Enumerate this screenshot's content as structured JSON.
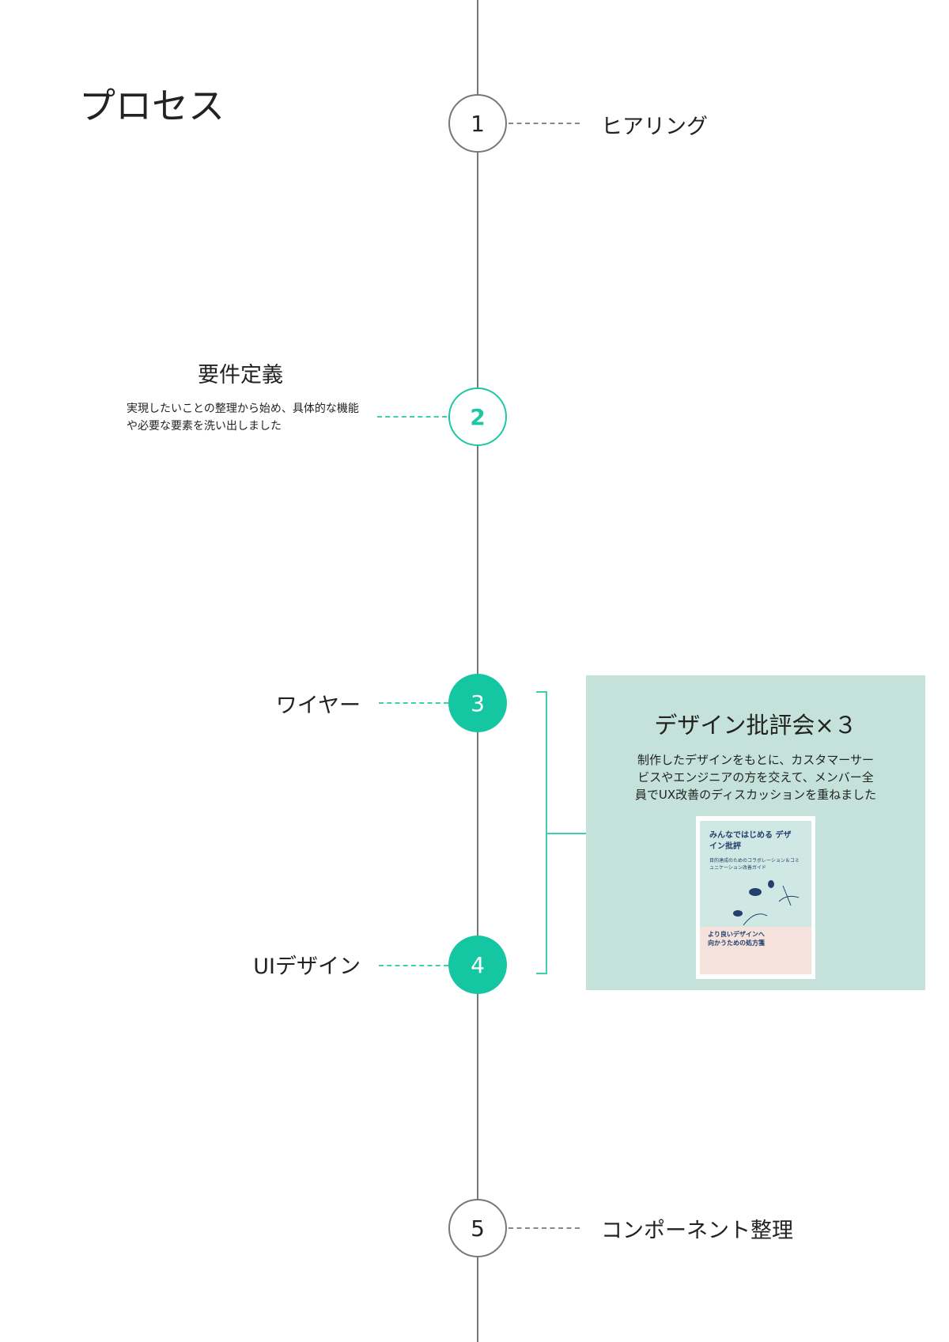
{
  "title": "プロセス",
  "steps": [
    {
      "number": "1",
      "label": "ヒアリング"
    },
    {
      "number": "2",
      "label": "要件定義",
      "description": "実現したいことの整理から始め、具体的な機能や必要な要素を洗い出しました"
    },
    {
      "number": "3",
      "label": "ワイヤー"
    },
    {
      "number": "4",
      "label": "UIデザイン"
    },
    {
      "number": "5",
      "label": "コンポーネント整理"
    }
  ],
  "review": {
    "title": "デザイン批評会×３",
    "text": "制作したデザインをもとに、カスタマーサービスやエンジニアの方を交えて、メンバー全員でUX改善のディスカッションを重ねました",
    "book": {
      "title": "みんなではじめる デザイン批評",
      "subtitle": "目的達成のためのコラボレーション＆コミュニケーション改善ガイド",
      "band": "より良いデザインへ 向かうための処方箋"
    }
  },
  "colors": {
    "accent": "#14c6a2",
    "line": "#777777",
    "box": "#c5e2da"
  }
}
